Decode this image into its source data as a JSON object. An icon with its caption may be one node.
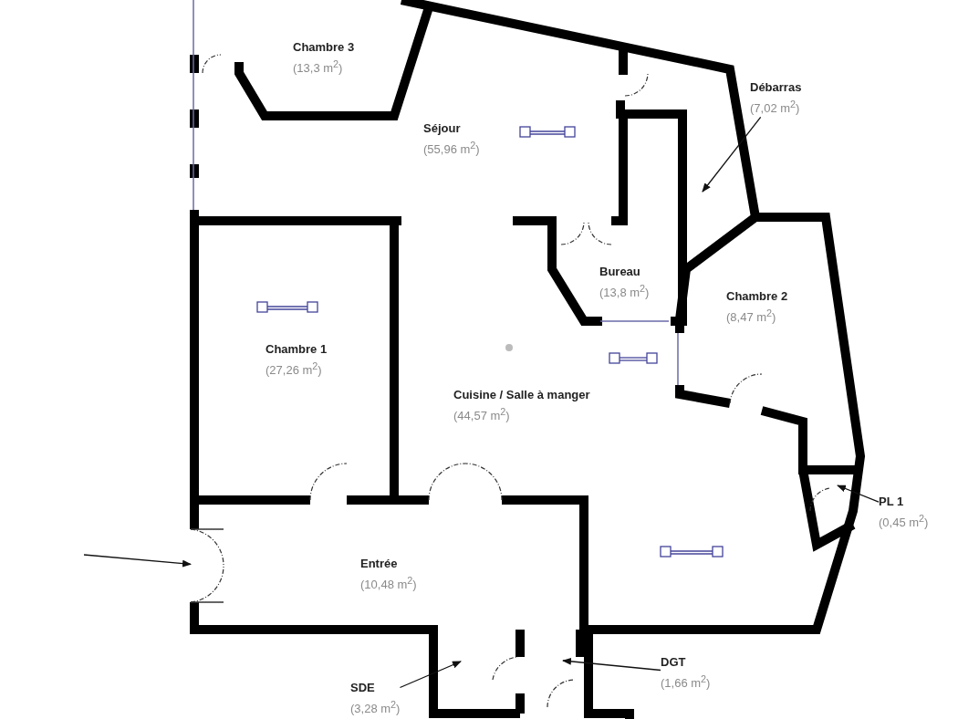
{
  "diagram": {
    "nodes": [
      {
        "text": [
          "Chambre 3",
          "(13,3 m$^{2}$)"
        ]
      },
      {
        "text": [
          "Séjour",
          "(55,96 m$^{2}$)"
        ]
      },
      {
        "text": [
          "Débarras",
          "(7,02 m$^{2}$)"
        ]
      },
      {
        "text": [
          "Bureau",
          "(13,8 m$^{2}$)"
        ]
      },
      {
        "text": [
          "Chambre 2",
          "(8,47 m$^{2}$)"
        ]
      },
      {
        "text": [
          "Chambre 1",
          "(27,26 m$^{2}$)"
        ]
      },
      {
        "text": [
          "Cuisine / Salle à manger",
          "(44,57 m$^{2}$)"
        ]
      },
      {
        "text": [
          "PL 1",
          "(0,45 m$^{2}$)"
        ]
      },
      {
        "text": [
          "Entrée",
          "(10,48 m$^{2}$)"
        ]
      },
      {
        "text": [
          "SDE",
          "(3,28 m$^{2}$)"
        ]
      },
      {
        "text": [
          "DGT",
          "(1,66 m$^{2}$)"
        ]
      },
      {
        "text": [],
        "shape": "door"
      }
    ],
    "edges": [
      {
        "from": 2,
        "to": null,
        "arrow": "to"
      },
      {
        "from": 7,
        "to": null,
        "arrow": "to"
      },
      {
        "from": null,
        "to": 11,
        "arrow": "to"
      },
      {
        "from": 9,
        "to": null,
        "arrow": "to"
      },
      {
        "from": 10,
        "to": null,
        "arrow": "to"
      }
    ]
  }
}
